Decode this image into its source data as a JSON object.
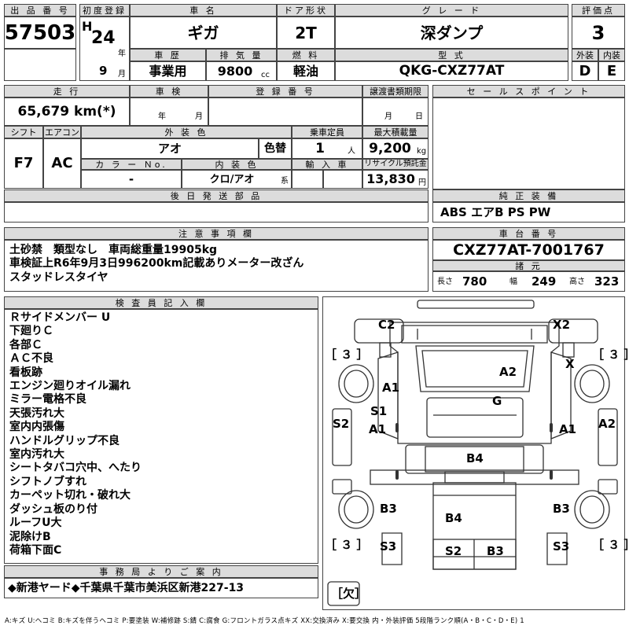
{
  "header": {
    "lot_label": "出 品 番 号",
    "lot_no": "57503",
    "reg_label": "初度登録",
    "era": "H",
    "year": "24",
    "year_unit": "年",
    "month": "9",
    "month_unit": "月",
    "name_label": "車 名",
    "name": "ギガ",
    "door_label": "ドア形状",
    "door": "2T",
    "grade_label": "グ レ ー ド",
    "grade": "深ダンプ",
    "score_label": "評価点",
    "score": "3",
    "history_label": "車 歴",
    "history": "事業用",
    "disp_label": "排 気 量",
    "disp": "9800",
    "disp_unit": "cc",
    "fuel_label": "燃 料",
    "fuel": "軽油",
    "model_label": "型 式",
    "model": "QKG-CXZ77AT",
    "ext_label": "外装",
    "ext": "D",
    "int_label": "内装",
    "int": "E"
  },
  "spec": {
    "mileage_label": "走 行",
    "mileage": "65,679 km(*)",
    "inspect_label": "車 検",
    "inspect_year": "年",
    "inspect_month": "月",
    "plate_label": "登 録 番 号",
    "transfer_label": "譲渡書類期限",
    "transfer_month": "月",
    "transfer_day": "日",
    "shift_label": "シフト",
    "shift": "F7",
    "ac_label": "エアコン",
    "ac": "AC",
    "color_label": "外 装 色",
    "color": "アオ",
    "repaint": "色替",
    "capacity_label": "乗車定員",
    "capacity": "1",
    "capacity_unit": "人",
    "load_label": "最大積載量",
    "load": "9,200",
    "load_unit": "kg",
    "colorno_label": "カ ラ ー Ｎo.",
    "colorno": "-",
    "interior_label": "内 装 色",
    "interior": "クロ/アオ",
    "interior_unit": "系",
    "import_label": "輸 入 車",
    "recycle_label": "リサイクル預託金",
    "recycle": "13,830",
    "recycle_unit": "円",
    "later_label": "後 日 発 送 部 品"
  },
  "sales": {
    "sales_label": "セ ー ル ス ポ イ ン ト",
    "equip_label": "純 正 装 備",
    "equip": "ABS エアB PS PW",
    "chassis_label": "車 台 番 号",
    "chassis": "CXZ77AT-7001767",
    "dims_label": "諸 元",
    "len_label": "長さ",
    "len": "780",
    "wid_label": "幅",
    "wid": "249",
    "hei_label": "高さ",
    "hei": "323"
  },
  "notes": {
    "label": "注 意 事 項 欄",
    "lines": [
      "土砂禁　類型なし　車両総重量19905kg",
      "車検証上R6年9月3日996200km記載ありメーター改ざん",
      "スタッドレスタイヤ"
    ]
  },
  "inspector": {
    "label": "検 査 員 記 入 欄",
    "lines": [
      "Ｒサイドメンバー U",
      "下廻りＣ",
      "各部Ｃ",
      "ＡＣ不良",
      "看板跡",
      "エンジン廻りオイル漏れ",
      "ミラー電格不良",
      "天張汚れ大",
      "室内内張傷",
      "ハンドルグリップ不良",
      "室内汚れ大",
      "シートタバコ穴中、へたり",
      "シフトノブすれ",
      "カーペット切れ・破れ大",
      "ダッシュ板のり付",
      "ルーフU大",
      "泥除けB",
      "荷箱下面C"
    ]
  },
  "office": {
    "label": "事 務 局 よ り ご 案 内",
    "text": "◆新港ヤード◆千葉県千葉市美浜区新港227-13"
  },
  "diagram": {
    "marks": [
      "C2",
      "X2",
      "A2",
      "X",
      "A1",
      "G",
      "S1",
      "S2",
      "A1",
      "A1",
      "A2",
      "B4",
      "B3",
      "B4",
      "B3",
      "S3",
      "S2",
      "B3",
      "S3"
    ],
    "tires": [
      "［ ３ ］",
      "［ ３ ］",
      "［ ３ ］",
      "［ ３ ］"
    ],
    "spare": "［欠］"
  },
  "legend": "A:キズ U:ヘコミ B:キズを伴うヘコミ P:要塗装 W:補修跡 S:錆 C:腐食 G:フロントガラス点キズ XX:交換済み X:要交換 内・外装評価 5段階ランク順(A・B・C・D・E) 1"
}
